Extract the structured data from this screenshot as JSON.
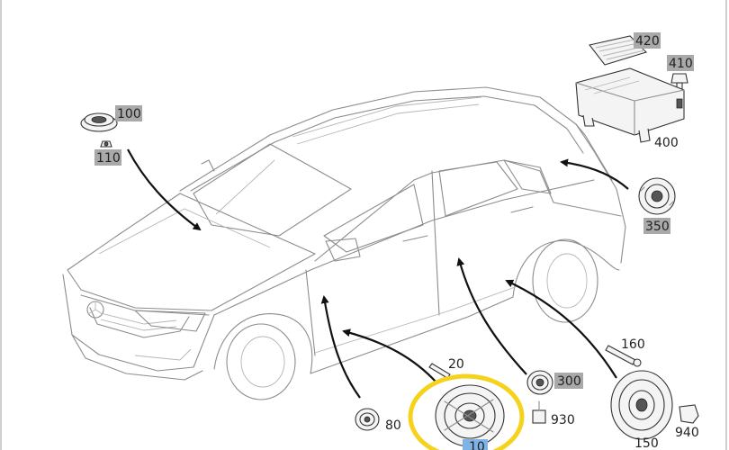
{
  "callouts": [
    {
      "id": "100",
      "label": "100",
      "highlighted": true
    },
    {
      "id": "110",
      "label": "110",
      "highlighted": true
    },
    {
      "id": "420",
      "label": "420",
      "highlighted": true
    },
    {
      "id": "410",
      "label": "410",
      "highlighted": true
    },
    {
      "id": "400",
      "label": "400",
      "highlighted": false
    },
    {
      "id": "350",
      "label": "350",
      "highlighted": true
    },
    {
      "id": "160",
      "label": "160",
      "highlighted": false
    },
    {
      "id": "300",
      "label": "300",
      "highlighted": true
    },
    {
      "id": "930",
      "label": "930",
      "highlighted": false
    },
    {
      "id": "20",
      "label": "20",
      "highlighted": false
    },
    {
      "id": "80",
      "label": "80",
      "highlighted": false
    },
    {
      "id": "150",
      "label": "150",
      "highlighted": false
    },
    {
      "id": "940",
      "label": "940",
      "highlighted": false
    },
    {
      "id": "10",
      "label": "10",
      "highlighted": true
    }
  ],
  "colors": {
    "label_highlight": "#a9a9a9",
    "selection_circle": "#f5d21c",
    "selected_label_bg": "#7fb2e5",
    "car_outline": "#8c8c8c",
    "arrow": "#111111"
  }
}
